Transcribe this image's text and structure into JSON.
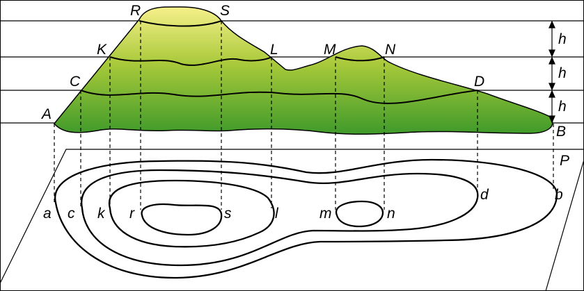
{
  "diagram": {
    "points_upper": {
      "A": "A",
      "B": "B",
      "C": "C",
      "D": "D",
      "K": "K",
      "L": "L",
      "M": "M",
      "N": "N",
      "R": "R",
      "S": "S"
    },
    "points_lower": {
      "a": "a",
      "b": "b",
      "c": "c",
      "d": "d",
      "k": "k",
      "l": "l",
      "m": "m",
      "n": "n",
      "r": "r",
      "s": "s"
    },
    "plane_label": "P",
    "height_labels": [
      "h",
      "h",
      "h"
    ],
    "colors": {
      "hill_top": "#f6f08a",
      "hill_mid": "#a8c93a",
      "hill_bottom": "#3f9a2a",
      "lines": "#000000"
    }
  }
}
